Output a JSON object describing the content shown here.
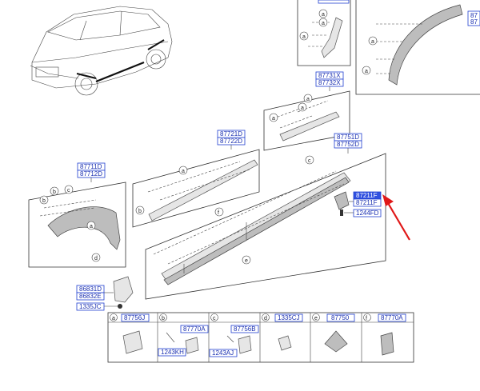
{
  "callouts": {
    "p87721D": "87721D",
    "p87722D": "87722D",
    "p87711D": "87711D",
    "p87712D": "87712D",
    "p87731X": "87731X",
    "p87732X": "87732X",
    "p87751D": "87751D",
    "p87752D": "87752D",
    "p87211F_top": "87211F",
    "p87211F_bot": "87211F",
    "p1244FD": "1244FD",
    "p86831D": "86831D",
    "p86832E": "86832E",
    "p1335JC": "1335JC",
    "p87_top_right": "87",
    "p87_top_right_2": "87"
  },
  "circle_letters": {
    "a": "a",
    "b": "b",
    "c": "c",
    "d": "d",
    "e": "e",
    "f": "f"
  },
  "legend": {
    "a": {
      "letter": "a",
      "part": "87756J"
    },
    "b": {
      "letter": "b",
      "part": "87770A",
      "sub": "1243KH"
    },
    "c": {
      "letter": "c",
      "part": "87756B",
      "sub": "1243AJ"
    },
    "d": {
      "letter": "d",
      "part": "1335CJ"
    },
    "e": {
      "letter": "e",
      "part": "87750"
    },
    "f": {
      "letter": "f",
      "part": "87770A"
    }
  },
  "colors": {
    "callout_text": "#1a2fb0",
    "callout_border": "#2040d0",
    "highlight": "#3050e0",
    "arrow": "#e01818"
  }
}
